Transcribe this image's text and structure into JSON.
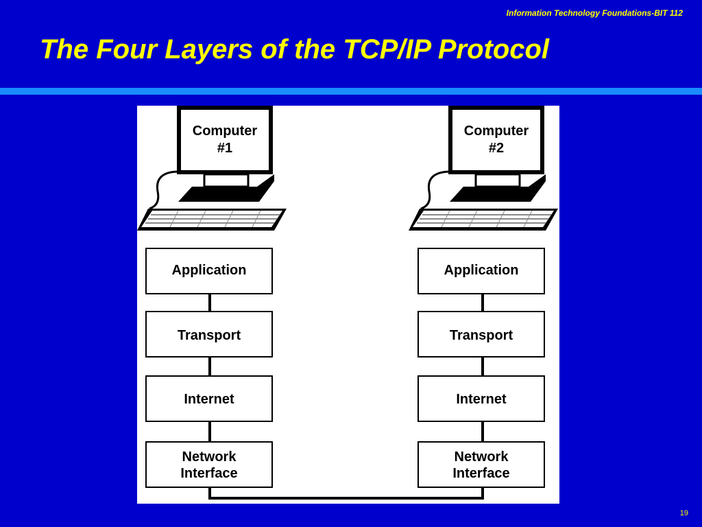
{
  "slide": {
    "header_note": "Information Technology Foundations-BIT 112",
    "title": "The Four Layers of the TCP/IP Protocol",
    "page_number": "19"
  },
  "diagram": {
    "computers": [
      {
        "line1": "Computer",
        "line2": "#1"
      },
      {
        "line1": "Computer",
        "line2": "#2"
      }
    ],
    "layers": [
      {
        "label": [
          "Application"
        ]
      },
      {
        "label": [
          "Transport"
        ]
      },
      {
        "label": [
          "Internet"
        ]
      },
      {
        "label": [
          "Network",
          "Interface"
        ]
      }
    ]
  },
  "colors": {
    "background": "#0000cc",
    "title": "#ffff00",
    "rule": "#1a8cff"
  }
}
